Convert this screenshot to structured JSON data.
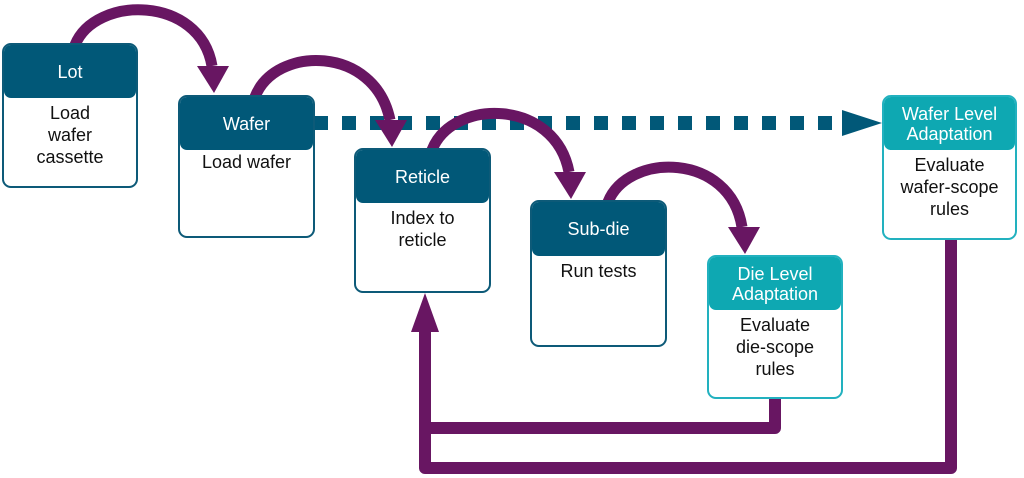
{
  "colors": {
    "step_header": "#015878",
    "adaptation_header": "#0ea8b2",
    "flow_arrow": "#681662",
    "dotted_arrow": "#015878"
  },
  "nodes": [
    {
      "id": "lot",
      "kind": "step",
      "title": "Lot",
      "body": [
        "Load",
        "wafer",
        "cassette"
      ]
    },
    {
      "id": "wafer",
      "kind": "step",
      "title": "Wafer",
      "body": [
        "Load wafer"
      ]
    },
    {
      "id": "reticle",
      "kind": "step",
      "title": "Reticle",
      "body": [
        "Index to",
        "reticle"
      ]
    },
    {
      "id": "subdie",
      "kind": "step",
      "title": "Sub-die",
      "body": [
        "Run tests"
      ]
    },
    {
      "id": "die-adapt",
      "kind": "adapt",
      "title": [
        "Die Level",
        "Adaptation"
      ],
      "body": [
        "Evaluate",
        "die-scope",
        "rules"
      ]
    },
    {
      "id": "wafer-adapt",
      "kind": "adapt",
      "title": [
        "Wafer Level",
        "Adaptation"
      ],
      "body": [
        "Evaluate",
        "wafer-scope",
        "rules"
      ]
    }
  ],
  "edges": [
    {
      "from": "lot",
      "to": "wafer",
      "style": "curved-arrow"
    },
    {
      "from": "wafer",
      "to": "reticle",
      "style": "curved-arrow"
    },
    {
      "from": "reticle",
      "to": "subdie",
      "style": "curved-arrow"
    },
    {
      "from": "subdie",
      "to": "die-adapt",
      "style": "curved-arrow"
    },
    {
      "from": "wafer",
      "to": "wafer-adapt",
      "style": "dotted-arrow"
    },
    {
      "from": "die-adapt",
      "to": "reticle",
      "style": "loop-back"
    },
    {
      "from": "wafer-adapt",
      "to": "reticle",
      "style": "loop-back"
    }
  ]
}
